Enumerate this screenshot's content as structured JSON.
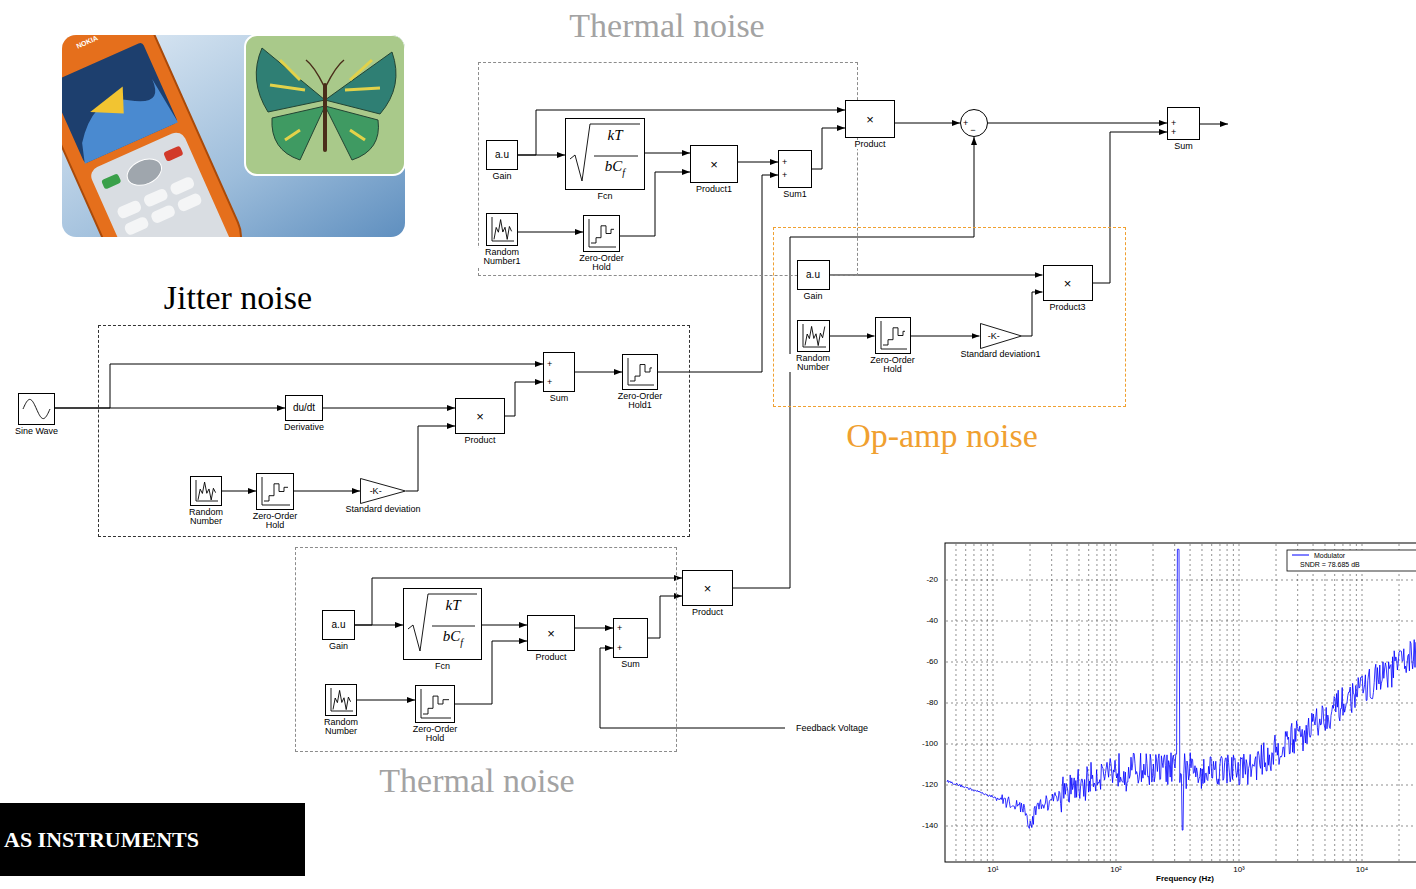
{
  "diagram": {
    "nodes": [
      {
        "text": [
          "Thermal noise"
        ]
      },
      {
        "text": [
          "a.u",
          "Gain"
        ],
        "in": 0
      },
      {
        "text": [
          "kT",
          "bC",
          "f",
          "Fcn"
        ],
        "in": 0
      },
      {
        "text": [
          "×",
          "Product1"
        ],
        "in": 0
      },
      {
        "text": [
          "+",
          "+",
          "Sum1"
        ],
        "in": 0
      },
      {
        "text": [
          "Random Number1"
        ],
        "in": 0
      },
      {
        "text": [
          "Zero-Order Hold"
        ],
        "in": 0
      },
      {
        "text": [
          "×",
          "Product"
        ]
      },
      {
        "text": [
          "+",
          "−"
        ]
      },
      {
        "text": [
          "+",
          "+",
          "Sum"
        ]
      },
      {
        "text": [
          "Jitter noise"
        ]
      },
      {
        "text": [
          "Sine Wave"
        ]
      },
      {
        "text": [
          "+",
          "+",
          "Sum"
        ],
        "in": 10
      },
      {
        "text": [
          "Zero-Order Hold1"
        ],
        "in": 10
      },
      {
        "text": [
          "du/dt",
          "Derivative"
        ],
        "in": 10
      },
      {
        "text": [
          "×",
          "Product"
        ],
        "in": 10
      },
      {
        "text": [
          "Random Number"
        ],
        "in": 10
      },
      {
        "text": [
          "Zero-Order Hold"
        ],
        "in": 10
      },
      {
        "text": [
          "-K-",
          "Standard deviation"
        ],
        "in": 10
      },
      {
        "text": [
          "Op-amp noise"
        ]
      },
      {
        "text": [
          "a.u",
          "Gain"
        ],
        "in": 19
      },
      {
        "text": [
          "×",
          "Product3"
        ],
        "in": 19
      },
      {
        "text": [
          "Random Number"
        ],
        "in": 19
      },
      {
        "text": [
          "Zero-Order Hold"
        ],
        "in": 19
      },
      {
        "text": [
          "-K-",
          "Standard deviation1"
        ],
        "in": 19
      },
      {
        "text": [
          "Thermal noise"
        ]
      },
      {
        "text": [
          "×",
          "Product"
        ]
      },
      {
        "text": [
          "a.u",
          "Gain"
        ],
        "in": 25
      },
      {
        "text": [
          "kT",
          "bC",
          "f",
          "Fcn"
        ],
        "in": 25
      },
      {
        "text": [
          "×",
          "Product"
        ],
        "in": 25
      },
      {
        "text": [
          "+",
          "+",
          "Sum"
        ],
        "in": 25
      },
      {
        "text": [
          "Random Number"
        ],
        "in": 25
      },
      {
        "text": [
          "Zero-Order Hold"
        ],
        "in": 25
      },
      {
        "text": [
          "AS INSTRUMENTS"
        ]
      }
    ],
    "edges": [
      {
        "from": 1,
        "to": 2,
        "arrow": "to"
      },
      {
        "from": 1,
        "to": 7,
        "arrow": "to"
      },
      {
        "from": 2,
        "to": 3,
        "arrow": "to"
      },
      {
        "from": 5,
        "to": 6,
        "arrow": "to"
      },
      {
        "from": 6,
        "to": 3,
        "arrow": "to"
      },
      {
        "from": 3,
        "to": 4,
        "arrow": "to"
      },
      {
        "from": 13,
        "to": 4,
        "arrow": "to"
      },
      {
        "from": 4,
        "to": 7,
        "arrow": "to"
      },
      {
        "from": 7,
        "to": 8,
        "arrow": "to"
      },
      {
        "from": 26,
        "to": 8,
        "arrow": "to"
      },
      {
        "from": 8,
        "to": 9,
        "arrow": "to"
      },
      {
        "from": 21,
        "to": 9,
        "arrow": "to"
      },
      {
        "from": 11,
        "to": 14,
        "arrow": "to"
      },
      {
        "from": 11,
        "to": 12,
        "arrow": "to"
      },
      {
        "from": 14,
        "to": 15,
        "arrow": "to"
      },
      {
        "from": 16,
        "to": 17,
        "arrow": "to"
      },
      {
        "from": 17,
        "to": 18,
        "arrow": "to"
      },
      {
        "from": 18,
        "to": 15,
        "arrow": "to"
      },
      {
        "from": 15,
        "to": 12,
        "arrow": "to"
      },
      {
        "from": 12,
        "to": 13,
        "arrow": "to"
      },
      {
        "from": 20,
        "to": 21,
        "arrow": "to"
      },
      {
        "from": 22,
        "to": 23,
        "arrow": "to"
      },
      {
        "from": 23,
        "to": 24,
        "arrow": "to"
      },
      {
        "from": 24,
        "to": 21,
        "arrow": "to"
      },
      {
        "from": 27,
        "to": 28,
        "arrow": "to"
      },
      {
        "from": 27,
        "to": 26,
        "arrow": "to"
      },
      {
        "from": 28,
        "to": 29,
        "arrow": "to"
      },
      {
        "from": 31,
        "to": 32,
        "arrow": "to"
      },
      {
        "from": 32,
        "to": 29,
        "arrow": "to"
      },
      {
        "from": 29,
        "to": 30,
        "arrow": "to"
      },
      {
        "from": 30,
        "to": 26,
        "arrow": "to"
      }
    ],
    "labels": [
      "Feedback Voltage",
      "-20",
      "-40",
      "-60",
      "-80",
      "-100",
      "-120",
      "-140",
      "10¹",
      "10²",
      "10³",
      "10⁴",
      "Frequency (Hz)",
      "SNDR = 78.685 dB",
      "NOKIA"
    ],
    "legend": [
      {
        "text": "Modulator"
      }
    ]
  }
}
